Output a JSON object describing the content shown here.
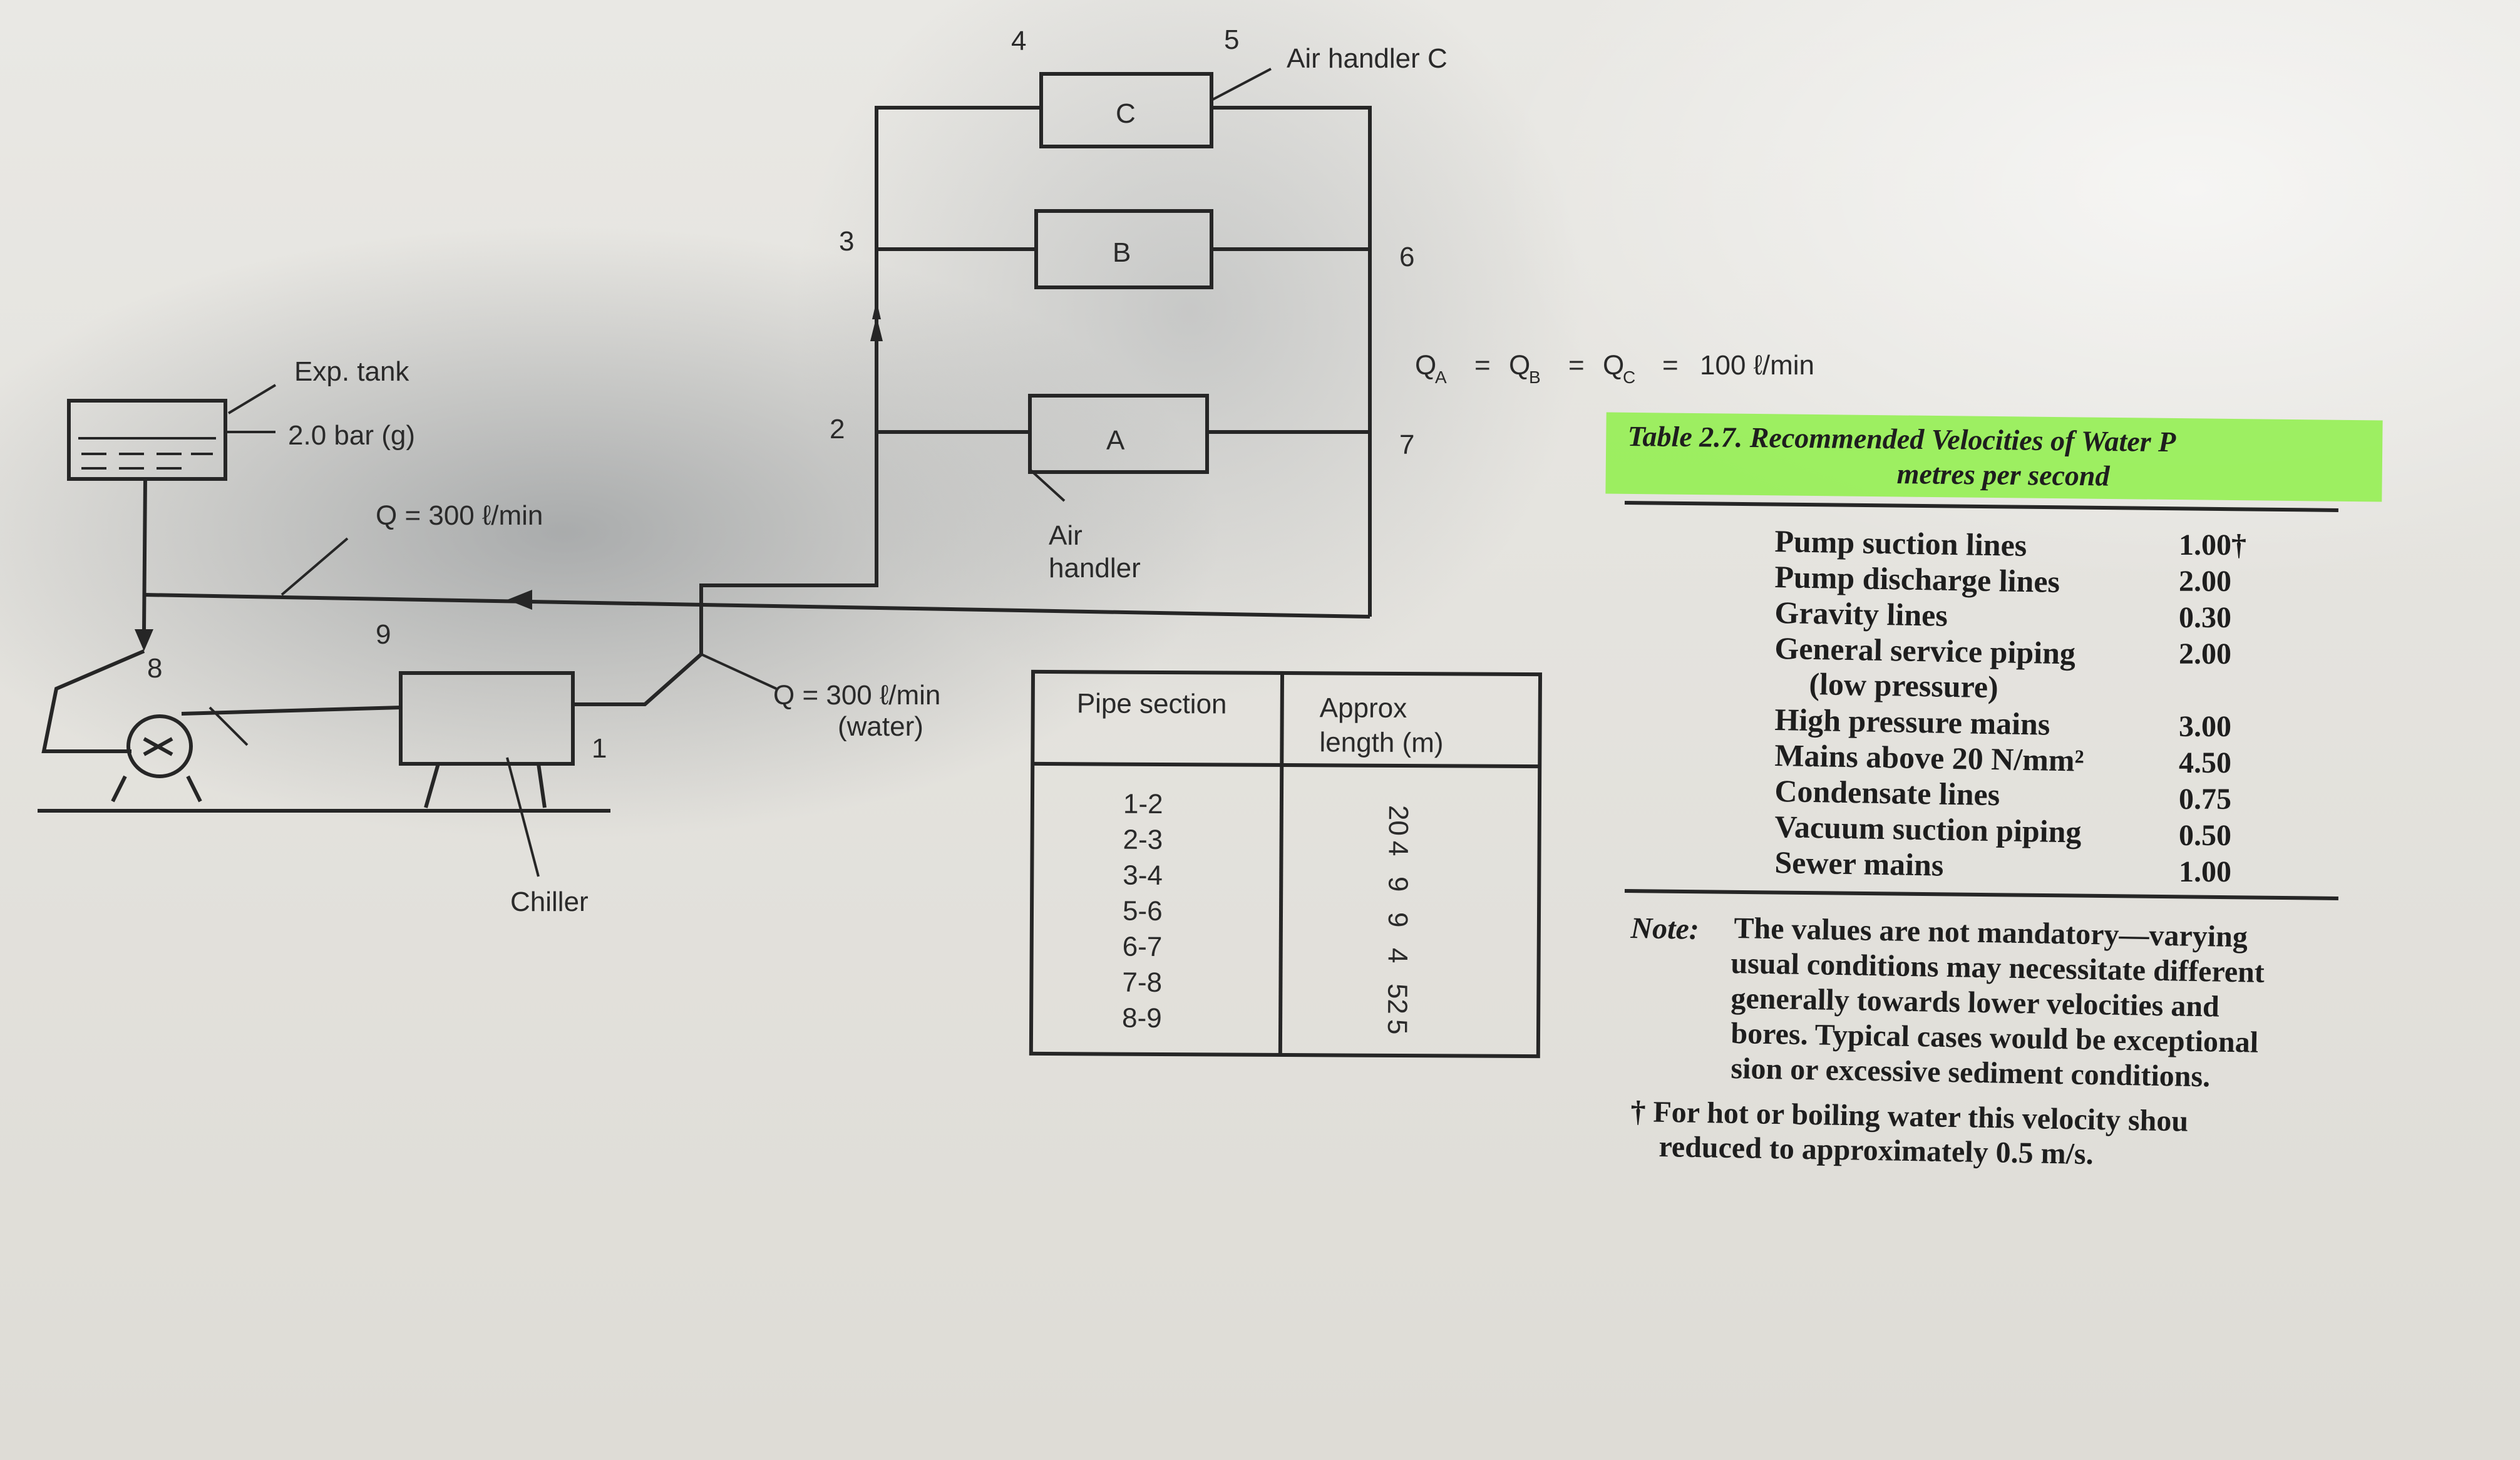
{
  "diagram": {
    "node_labels": {
      "n1": "1",
      "n2": "2",
      "n3": "3",
      "n4": "4",
      "n5": "5",
      "n6": "6",
      "n7": "7",
      "n8": "8",
      "n9": "9"
    },
    "air_handler_c_label": "Air handler C",
    "box_c": "C",
    "box_b": "B",
    "box_a": "A",
    "air_handler_label_line1": "Air",
    "air_handler_label_line2": "handler",
    "exp_tank_label": "Exp. tank",
    "exp_tank_pressure": "2.0 bar (g)",
    "return_flow": "Q = 300 ℓ/min",
    "supply_flow_line1": "Q = 300 ℓ/min",
    "supply_flow_line2": "(water)",
    "chiller_label": "Chiller",
    "flow_equation": "Q",
    "flow_sub_a": "A",
    "flow_sub_b": "B",
    "flow_sub_c": "C",
    "flow_equals": "=",
    "flow_value": "100 ℓ/min"
  },
  "pipe_table": {
    "col1_header": "Pipe section",
    "col2_header_line1": "Approx",
    "col2_header_line2": "length (m)",
    "rows": [
      {
        "section": "1-2",
        "length": "20"
      },
      {
        "section": "2-3",
        "length": "4"
      },
      {
        "section": "3-4",
        "length": "9"
      },
      {
        "section": "5-6",
        "length": "9"
      },
      {
        "section": "6-7",
        "length": "4"
      },
      {
        "section": "7-8",
        "length": "52"
      },
      {
        "section": "8-9",
        "length": "5"
      }
    ]
  },
  "velocity_table": {
    "caption_line1": "Table 2.7. Recommended Velocities of Water P",
    "caption_line2": "metres per second",
    "rows": [
      {
        "item": "Pump suction lines",
        "value": "1.00†"
      },
      {
        "item": "Pump discharge lines",
        "value": "2.00"
      },
      {
        "item": "Gravity lines",
        "value": "0.30"
      },
      {
        "item": "General service piping",
        "value": "2.00"
      },
      {
        "item": "(low pressure)",
        "value": ""
      },
      {
        "item": "High pressure mains",
        "value": "3.00"
      },
      {
        "item": "Mains above 20 N/mm²",
        "value": "4.50"
      },
      {
        "item": "Condensate lines",
        "value": "0.75"
      },
      {
        "item": "Vacuum suction piping",
        "value": "0.50"
      },
      {
        "item": "Sewer mains",
        "value": "1.00"
      }
    ],
    "note_label": "Note:",
    "note_lines": [
      "The values are not mandatory—varying",
      "usual conditions may necessitate different",
      "generally towards lower velocities and",
      "bores. Typical cases would be exceptional",
      "sion or excessive sediment conditions."
    ],
    "dagger_lines": [
      "† For hot or boiling water this velocity shou",
      "reduced to approximately 0.5 m/s."
    ]
  }
}
